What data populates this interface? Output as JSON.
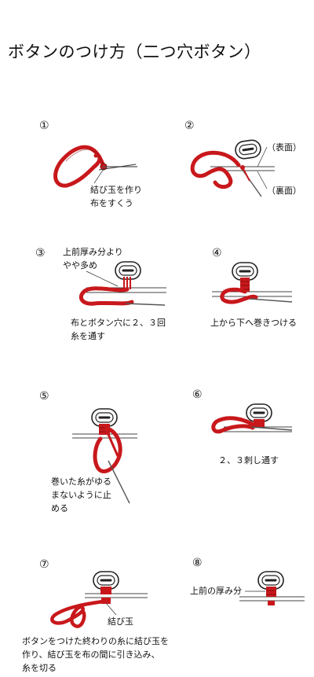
{
  "title": "ボタンのつけ方（二つ穴ボタン）",
  "colors": {
    "thread": "#c8181c",
    "outline": "#222222",
    "fabric": "#444444"
  },
  "steps": [
    {
      "number": "①",
      "lines": [
        "結び玉を作り",
        "布をすくう"
      ]
    },
    {
      "number": "②",
      "side_front": "（表面）",
      "side_back": "（裏面）"
    },
    {
      "number": "③",
      "note": [
        "上前厚み分より",
        "やや多め"
      ],
      "lines": [
        "布とボタン穴に２、３回",
        "糸を通す"
      ]
    },
    {
      "number": "④",
      "lines": [
        "上から下へ巻きつける"
      ]
    },
    {
      "number": "⑤",
      "lines": [
        "巻いた糸がゆる",
        "まないように止",
        "める"
      ]
    },
    {
      "number": "⑥",
      "lines": [
        "２、３刺し通す"
      ]
    },
    {
      "number": "⑦",
      "knot": "結び玉",
      "lines": [
        "ボタンをつけた終わりの糸に結び玉を",
        "作り、結び玉を布の間に引き込み、",
        "糸を切る"
      ]
    },
    {
      "number": "⑧",
      "note": "上前の厚み分"
    }
  ]
}
